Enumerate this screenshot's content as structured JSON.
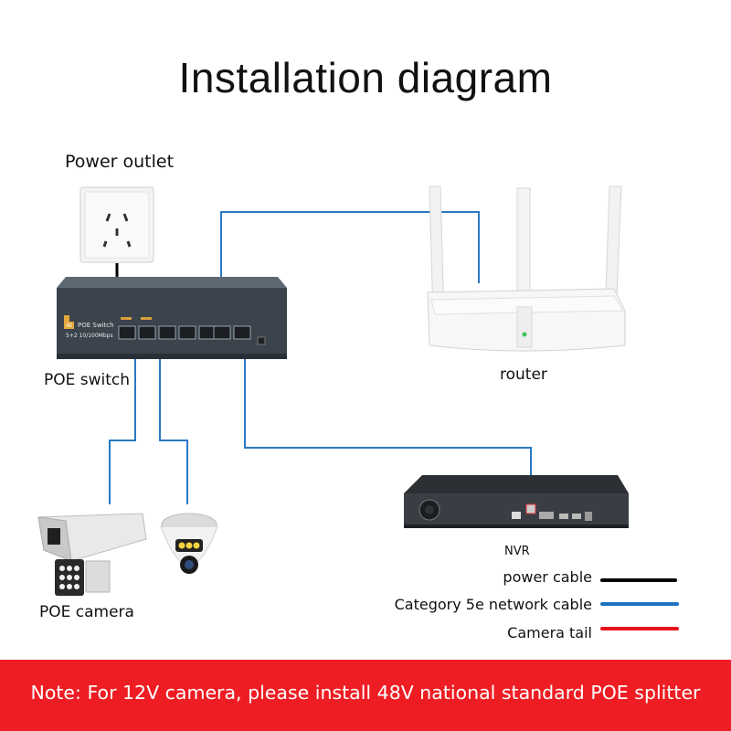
{
  "title": "Installation diagram",
  "labels": {
    "power_outlet": "Power outlet",
    "poe_switch": "POE switch",
    "router": "router",
    "nvr": "NVR",
    "poe_camera": "POE camera"
  },
  "switch_face": {
    "badge": "AI",
    "name": "POE Switch",
    "spec": "5+2 10/100Mbps"
  },
  "legend": [
    {
      "label": "power cable",
      "color": "#000000"
    },
    {
      "label": "Category 5e network cable",
      "color": "#1e73be"
    },
    {
      "label": "Camera tail",
      "color": "#e8141c"
    }
  ],
  "note": "Note: For 12V camera, please install 48V national standard POE splitter",
  "colors": {
    "network_wire": "#2a78c2",
    "banner": "#ee1d23"
  }
}
